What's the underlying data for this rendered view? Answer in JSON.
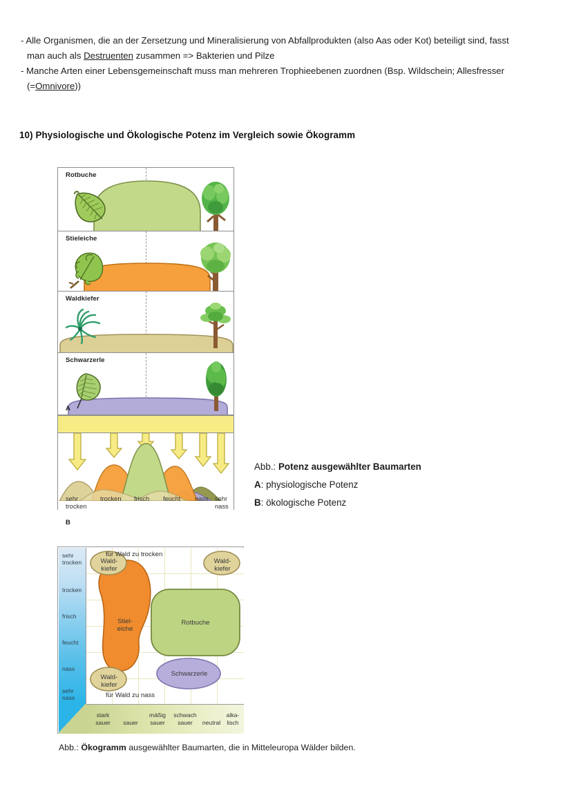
{
  "notes": {
    "bullet1_line1": "- Alle Organismen, die an der Zersetzung und Mineralisierung von Abfallprodukten (also Aas oder Kot) beteiligt sind, fasst",
    "bullet1_line2_pre": "man auch als ",
    "bullet1_line2_underline": "Destruenten",
    "bullet1_line2_post": " zusammen => Bakterien und Pilze",
    "bullet2_line1": "- Manche Arten einer Lebensgemeinschaft muss man mehreren Trophieebenen zuordnen (Bsp. Wildschein; Allesfresser",
    "bullet2_line2_pre": "(=",
    "bullet2_line2_underline": "Omnivore",
    "bullet2_line2_post": "))"
  },
  "section": {
    "heading": "10) Physiologische und Ökologische Potenz im Vergleich sowie Ökogramm"
  },
  "figure1": {
    "panels": [
      {
        "label": "Rotbuche",
        "curve_color": "#c3d98a",
        "curve_border": "#7d9147"
      },
      {
        "label": "Stieleiche",
        "curve_color": "#f5a03c",
        "curve_border": "#c07216"
      },
      {
        "label": "Waldkiefer",
        "curve_color": "#ddd096",
        "curve_border": "#a3935a"
      },
      {
        "label": "Schwarzerle",
        "curve_color": "#b3abd8",
        "curve_border": "#7a72aa"
      }
    ],
    "corner_a": "A",
    "corner_b": "B",
    "band_color": "#f7eb86",
    "b_axis_labels": [
      "sehr\ntrocken",
      "trocken",
      "frisch",
      "feucht",
      "nass",
      "sehr\nnass"
    ],
    "b_axis_label_0_l1": "sehr",
    "b_axis_label_0_l2": "trocken",
    "b_axis_label_1": "trocken",
    "b_axis_label_2": "frisch",
    "b_axis_label_3": "feucht",
    "b_axis_label_4": "nass",
    "b_axis_label_5_l1": "sehr",
    "b_axis_label_5_l2": "nass"
  },
  "caption1": {
    "line1_pre": "Abb.: ",
    "line1_bold": "Potenz ausgewählter Baumarten",
    "line2_bold": "A",
    "line2_rest": ": physiologische Potenz",
    "line3_bold": "B",
    "line3_rest": ": ökologische Potenz"
  },
  "figure2": {
    "y_labels": [
      {
        "l1": "sehr",
        "l2": "trocken"
      },
      {
        "l1": "trocken",
        "l2": ""
      },
      {
        "l1": "frisch",
        "l2": ""
      },
      {
        "l1": "feucht",
        "l2": ""
      },
      {
        "l1": "nass",
        "l2": ""
      },
      {
        "l1": "sehr",
        "l2": "nass"
      }
    ],
    "y0_l1": "sehr",
    "y0_l2": "trocken",
    "y1_l1": "trocken",
    "y2_l1": "frisch",
    "y3_l1": "feucht",
    "y4_l1": "nass",
    "y5_l1": "sehr",
    "y5_l2": "nass",
    "x_labels": [
      {
        "l1": "stark",
        "l2": "sauer"
      },
      {
        "l1": "sauer",
        "l2": ""
      },
      {
        "l1": "mäßig",
        "l2": "sauer"
      },
      {
        "l1": "schwach",
        "l2": "sauer"
      },
      {
        "l1": "neutral",
        "l2": ""
      },
      {
        "l1": "alka-",
        "l2": "lisch"
      }
    ],
    "x0_l1": "stark",
    "x0_l2": "sauer",
    "x1_l1": "sauer",
    "x2_l1": "mäßig",
    "x2_l2": "sauer",
    "x3_l1": "schwach",
    "x3_l2": "sauer",
    "x4_l1": "neutral",
    "x5_l1": "alka-",
    "x5_l2": "lisch",
    "note_top": "für Wald zu trocken",
    "note_bottom": "für Wald zu nass",
    "species": [
      {
        "name_l1": "Wald-",
        "name_l2": "kiefer",
        "fill": "#e0d39b",
        "stroke": "#9c8a4e"
      },
      {
        "name_l1": "Wald-",
        "name_l2": "kiefer",
        "fill": "#e0d39b",
        "stroke": "#9c8a4e"
      },
      {
        "name_l1": "Stiel-",
        "name_l2": "eiche",
        "fill": "#f08c2e",
        "stroke": "#b76516"
      },
      {
        "name_l1": "Rotbuche",
        "name_l2": "",
        "fill": "#bdd583",
        "stroke": "#76893f"
      },
      {
        "name_l1": "Schwarzerle",
        "name_l2": "",
        "fill": "#b8aedc",
        "stroke": "#7e74ac"
      },
      {
        "name_l1": "Wald-",
        "name_l2": "kiefer",
        "fill": "#e0d39b",
        "stroke": "#9c8a4e"
      }
    ],
    "sp_waldkiefer_tl_l1": "Wald-",
    "sp_waldkiefer_tl_l2": "kiefer",
    "sp_waldkiefer_tr_l1": "Wald-",
    "sp_waldkiefer_tr_l2": "kiefer",
    "sp_waldkiefer_bl_l1": "Wald-",
    "sp_waldkiefer_bl_l2": "kiefer",
    "sp_stieleiche_l1": "Stiel-",
    "sp_stieleiche_l2": "eiche",
    "sp_rotbuche": "Rotbuche",
    "sp_schwarzerle": "Schwarzerle"
  },
  "caption2": {
    "pre": "Abb.: ",
    "bold": "Ökogramm",
    "post": " ausgewählter Baumarten, die in Mitteleuropa Wälder bilden."
  }
}
